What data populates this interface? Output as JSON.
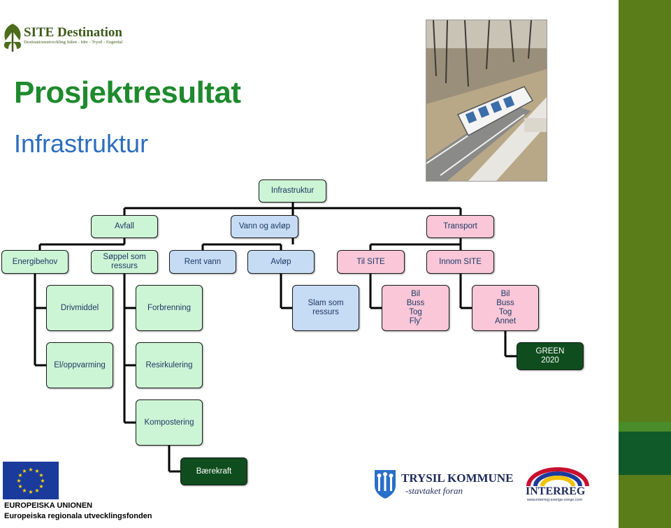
{
  "header": {
    "logo_title": "SITE Destination",
    "logo_subtitle": "Destinationsutveckling Sälen - Idre - Trysil - Engerdal"
  },
  "title": "Prosjektresultat",
  "subtitle": "Infrastruktur",
  "photo_alt": "funicular-photo",
  "diagram": {
    "root": "Infrastruktur",
    "avfall": "Avfall",
    "vann": "Vann og avløp",
    "transport": "Transport",
    "energibehov": "Energibehov",
    "soppel": "Søppel som\nressurs",
    "rent_vann": "Rent vann",
    "avlop": "Avløp",
    "til_site": "Til SITE",
    "innom_site": "Innom SITE",
    "drivmiddel": "Drivmiddel",
    "forbrenning": "Forbrenning",
    "slam": "Slam som\nressurs",
    "til_site_modes": "Bil\nBuss\nTog\nFly'",
    "innom_site_modes": "Bil\nBuss\nTog\nAnnet",
    "el": "El/oppvarming",
    "resirkulering": "Resirkulering",
    "green": "GREEN\n2020",
    "kompostering": "Kompostering",
    "baerekraft": "Bærekraft"
  },
  "footer": {
    "eu_line1": "EUROPEISKA UNIONEN",
    "eu_line2": "Europeiska regionala utvecklingsfonden",
    "trysil_name": "TRYSIL KOMMUNE",
    "trysil_slogan": "-stavtaket foran",
    "interreg_name": "INTERREG",
    "interreg_url": "www.interreg-sverige-norge.com"
  },
  "colors": {
    "title_green": "#1e8a2d",
    "subtitle_blue": "#2b6dbf",
    "sidebar_green": "#5a7d1a",
    "sidebar_dark": "#0f5a28",
    "node_green": "#ccf5d5",
    "node_blue": "#c6dcf5",
    "node_pink": "#f9c7d8",
    "node_dark": "#0f4d1e"
  }
}
